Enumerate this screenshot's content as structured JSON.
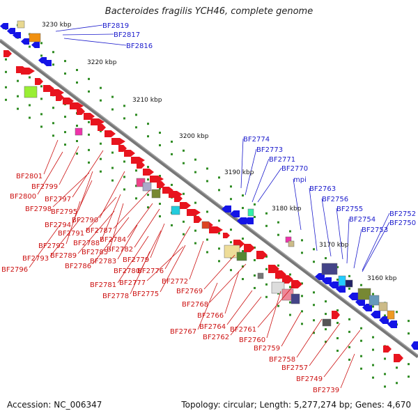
{
  "title": "Bacteroides fragilis YCH46, complete genome",
  "footer": {
    "accession": "Accession: NC_006347",
    "summary": "Topology: circular; Length: 5,277,274 bp; Genes: 4,670"
  },
  "ticks": [
    "3230 kbp",
    "3220 kbp",
    "3210 kbp",
    "3200 kbp",
    "3190 kbp",
    "3180 kbp",
    "3170 kbp",
    "3160 kbp"
  ],
  "blue_genes": [
    "BF2819",
    "BF2817",
    "BF2816",
    "BF2774",
    "BF2773",
    "BF2771",
    "BF2770",
    "mpi",
    "BF2763",
    "BF2756",
    "BF2755",
    "BF2754",
    "BF2753",
    "BF2752",
    "BF2750"
  ],
  "red_genes": [
    "BF2801",
    "BF2799",
    "BF2800",
    "BF2797",
    "BF2798",
    "BF2795",
    "BF2794",
    "BF2790",
    "BF2791",
    "BF2787",
    "BF2792",
    "BF2788",
    "BF2784",
    "BF2793",
    "BF2789",
    "BF2785",
    "BF2783",
    "BF2782",
    "BF2796",
    "BF2786",
    "BF2779",
    "BF2780",
    "BF2776",
    "BF2781",
    "BF2777",
    "BF2772",
    "BF2778",
    "BF2775",
    "BF2769",
    "BF2768",
    "BF2766",
    "BF2767",
    "BF2764",
    "BF2762",
    "BF2761",
    "BF2760",
    "BF2759",
    "BF2758",
    "BF2757",
    "BF2749",
    "BF2739"
  ],
  "colors": {
    "forward": "#e8141e",
    "reverse": "#1414e6",
    "backbone": "#7a7a7a",
    "tick_dots": "#2e8b22",
    "label_blue": "#1a1acc",
    "label_red": "#cc1111"
  }
}
